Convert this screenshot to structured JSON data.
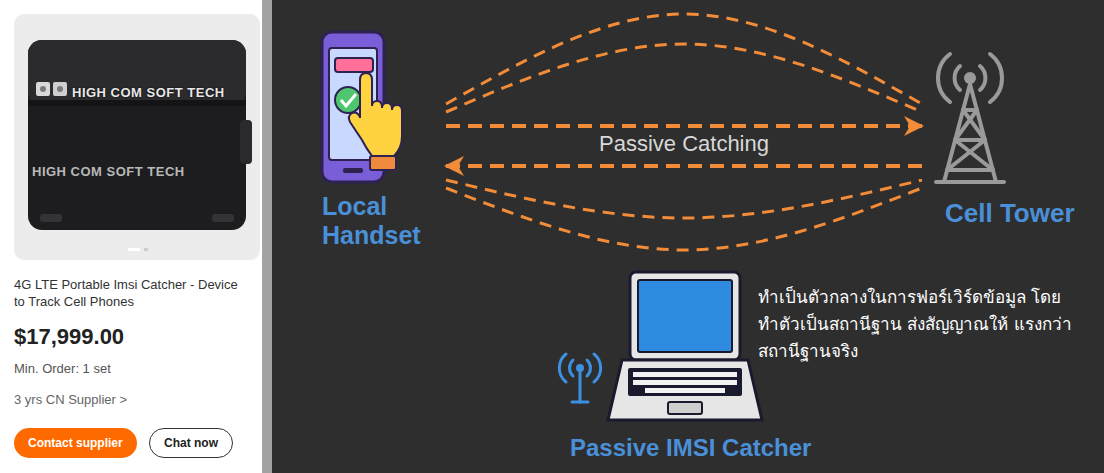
{
  "diagram": {
    "nodes": [
      {
        "text": [
          "4G LTE Portable Imsi Catcher - Device to Track Cell Phones",
          "$17,999.00",
          "Min. Order: 1 set",
          "3 yrs CN Supplier >"
        ]
      },
      {
        "text": [
          "Contact supplier"
        ],
        "in": 0
      },
      {
        "text": [
          "Chat now"
        ],
        "in": 0
      },
      {
        "text": [
          "Local Handset"
        ]
      },
      {
        "text": [
          "Cell Tower"
        ]
      },
      {
        "text": [
          "Passive IMSI Catcher",
          "ทำเป็นตัวกลางในการฟอร์เวิร์ดข้อมูล โดยทำตัวเป็นสถานีฐาน ส่งสัญญาณให้ แรงกว่าสถานีฐานจริง"
        ]
      }
    ],
    "edges": [
      {
        "from": 3,
        "to": 4,
        "arrow": "to",
        "label": "Passive Catching"
      },
      {
        "from": 4,
        "to": 3,
        "arrow": "to"
      },
      {
        "from": 3,
        "to": 4,
        "arrow": "none"
      },
      {
        "from": 3,
        "to": 4,
        "arrow": "none"
      },
      {
        "from": 3,
        "to": 4,
        "arrow": "none"
      },
      {
        "from": 3,
        "to": 4,
        "arrow": "none"
      }
    ],
    "labels": [
      "HIGH COM SOFT TECH",
      "HIGH COM SOFT TECH"
    ]
  }
}
